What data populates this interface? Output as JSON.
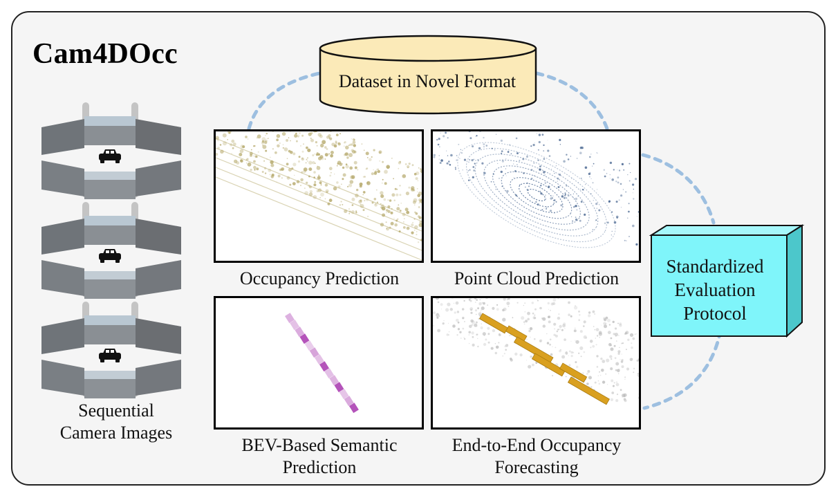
{
  "title": "Cam4DOcc",
  "dataset": {
    "label": "Dataset in Novel Format"
  },
  "protocol": {
    "lines": [
      "Standardized",
      "Evaluation",
      "Protocol"
    ]
  },
  "camera": {
    "label_lines": [
      "Sequential",
      "Camera Images"
    ],
    "stacks": 3
  },
  "tasks": {
    "occupancy": {
      "label": "Occupancy Prediction"
    },
    "point_cloud": {
      "label": "Point Cloud Prediction"
    },
    "bev": {
      "label_lines": [
        "BEV-Based Semantic",
        "Prediction"
      ]
    },
    "forecasting": {
      "label_lines": [
        "End-to-End Occupancy",
        "Forecasting"
      ]
    }
  },
  "colors": {
    "occupancy_points": "#b5a86a",
    "point_cloud_points": "#4d6a93",
    "bev_strip": "#b04ab6",
    "forecast_boxes": "#d9a020",
    "forecast_points": "#b8b8b8",
    "connector": "#9dbfe0",
    "cube_face": "#7ff5fa",
    "cube_side": "#4cc7cb",
    "database": "#fbeab8"
  },
  "icons": {
    "car": "car-icon",
    "database": "database-icon",
    "cube": "cube-icon"
  }
}
